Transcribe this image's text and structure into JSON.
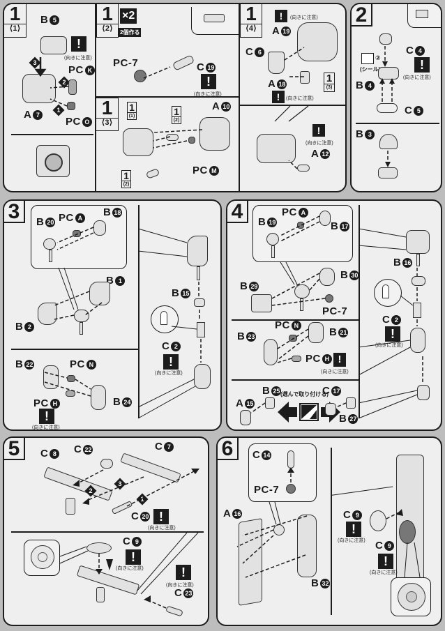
{
  "document": {
    "type": "assembly-instructions",
    "warning_caption": "(向きに注意)",
    "warning_icon": "exclamation-icon"
  },
  "steps": [
    {
      "number": "1",
      "substeps": [
        {
          "id": "1-1",
          "label": "1",
          "sub": "⟨1⟩",
          "parts": [
            "B❺",
            "PC Ⓚ",
            "A❼",
            "PC Ⓞ"
          ],
          "order_markers": [
            "❶",
            "❷",
            "❸"
          ],
          "warnings": 1
        },
        {
          "id": "1-2",
          "label": "1",
          "sub": "⟨2⟩",
          "multiplier": "×2",
          "multiplier_note": "2個作る",
          "parts": [
            "PC-7",
            "C⓳"
          ],
          "warnings": 1
        },
        {
          "id": "1-3",
          "label": "1",
          "sub": "⟨3⟩",
          "refs": [
            {
              "label": "1",
              "sub": "(1)"
            },
            {
              "label": "1",
              "sub": "(2)"
            },
            {
              "label": "1",
              "sub": "(2)"
            }
          ],
          "parts": [
            "A❿",
            "PC Ⓜ"
          ]
        },
        {
          "id": "1-4",
          "label": "1",
          "sub": "⟨4⟩",
          "refs": [
            {
              "label": "1",
              "sub": "(3)"
            }
          ],
          "parts": [
            "A⓳",
            "C❻",
            "A⓲",
            "A⓬"
          ],
          "warnings": 3
        }
      ]
    },
    {
      "number": "2",
      "parts": [
        "C❹",
        "B❹",
        "C❺",
        "B❸"
      ],
      "sticker": {
        "label": "シール",
        "marker": "②"
      },
      "warnings": 1
    },
    {
      "number": "3",
      "parts": [
        "B⓴",
        "PC Ⓐ",
        "B⓲",
        "B❶",
        "B❷",
        "B⓯",
        "C❷",
        "B㉒",
        "PC Ⓝ",
        "B㉔",
        "PC Ⓗ"
      ],
      "warnings": 2
    },
    {
      "number": "4",
      "parts": [
        "B⓳",
        "PC Ⓐ",
        "B⓱",
        "B㉚",
        "B㉙",
        "PC-7",
        "B⓰",
        "C❷",
        "B㉓",
        "PC Ⓝ",
        "B㉑",
        "PC Ⓗ",
        "A⓯",
        "B㉕",
        "C⓱",
        "B㉗"
      ],
      "mirror_note": "(選んで取り付ける)",
      "warnings": 2
    },
    {
      "number": "5",
      "parts": [
        "C❽",
        "C㉒",
        "C❼",
        "C⓴",
        "C❾",
        "C㉓"
      ],
      "order_markers": [
        "❶",
        "❷",
        "❸"
      ],
      "warnings": 3
    },
    {
      "number": "6",
      "parts": [
        "C⓮",
        "PC-7",
        "A⓰",
        "B㉜",
        "C❾",
        "C❾"
      ],
      "warnings": 2
    }
  ],
  "labels": {
    "s1_1_B5": "B",
    "s1_1_B5_n": "5",
    "s1_1_PCK": "PC",
    "s1_1_PCK_n": "K",
    "s1_1_A7": "A",
    "s1_1_A7_n": "7",
    "s1_1_PCO": "PC",
    "s1_1_PCO_n": "O",
    "s1_2_PC7": "PC-7",
    "s1_2_C19": "C",
    "s1_2_C19_n": "19",
    "s1_3_A10": "A",
    "s1_3_A10_n": "10",
    "s1_3_PCM": "PC",
    "s1_3_PCM_n": "M",
    "s1_4_A19": "A",
    "s1_4_A19_n": "19",
    "s1_4_C6": "C",
    "s1_4_C6_n": "6",
    "s1_4_A18": "A",
    "s1_4_A18_n": "18",
    "s1_4_A12": "A",
    "s1_4_A12_n": "12",
    "s2_C4": "C",
    "s2_C4_n": "4",
    "s2_B4": "B",
    "s2_B4_n": "4",
    "s2_C5": "C",
    "s2_C5_n": "5",
    "s2_B3": "B",
    "s2_B3_n": "3",
    "s2_sticker": "(シール)",
    "s2_sticker_no": "②",
    "s3_B20": "B",
    "s3_B20_n": "20",
    "s3_PCA": "PC",
    "s3_PCA_n": "A",
    "s3_B18": "B",
    "s3_B18_n": "18",
    "s3_B1": "B",
    "s3_B1_n": "1",
    "s3_B2": "B",
    "s3_B2_n": "2",
    "s3_B15": "B",
    "s3_B15_n": "15",
    "s3_C2": "C",
    "s3_C2_n": "2",
    "s3_B22": "B",
    "s3_B22_n": "22",
    "s3_PCN": "PC",
    "s3_PCN_n": "N",
    "s3_B24": "B",
    "s3_B24_n": "24",
    "s3_PCH": "PC",
    "s3_PCH_n": "H",
    "s4_B19": "B",
    "s4_B19_n": "19",
    "s4_PCA": "PC",
    "s4_PCA_n": "A",
    "s4_B17": "B",
    "s4_B17_n": "17",
    "s4_B30": "B",
    "s4_B30_n": "30",
    "s4_B29": "B",
    "s4_B29_n": "29",
    "s4_PC7": "PC-7",
    "s4_B16": "B",
    "s4_B16_n": "16",
    "s4_C2": "C",
    "s4_C2_n": "2",
    "s4_B23": "B",
    "s4_B23_n": "23",
    "s4_PCN": "PC",
    "s4_PCN_n": "N",
    "s4_B21": "B",
    "s4_B21_n": "21",
    "s4_PCH": "PC",
    "s4_PCH_n": "H",
    "s4_A15": "A",
    "s4_A15_n": "15",
    "s4_B25": "B",
    "s4_B25_n": "25",
    "s4_C17": "C",
    "s4_C17_n": "17",
    "s4_B27": "B",
    "s4_B27_n": "27",
    "s4_choose": "(選んで取り付ける)",
    "s5_C8": "C",
    "s5_C8_n": "8",
    "s5_C22": "C",
    "s5_C22_n": "22",
    "s5_C7": "C",
    "s5_C7_n": "7",
    "s5_C20": "C",
    "s5_C20_n": "20",
    "s5_C9": "C",
    "s5_C9_n": "9",
    "s5_C23": "C",
    "s5_C23_n": "23",
    "s6_C14": "C",
    "s6_C14_n": "14",
    "s6_PC7": "PC-7",
    "s6_A16": "A",
    "s6_A16_n": "16",
    "s6_B32": "B",
    "s6_B32_n": "32",
    "s6_C9a": "C",
    "s6_C9a_n": "9",
    "s6_C9b": "C",
    "s6_C9b_n": "9",
    "step1": "1",
    "step2": "2",
    "step3": "3",
    "step4": "4",
    "step5": "5",
    "step6": "6",
    "sub1": "⟨1⟩",
    "sub2": "⟨2⟩",
    "sub3": "⟨3⟩",
    "sub4": "⟨4⟩",
    "one": "1",
    "ref1": "(1)",
    "ref2": "(2)",
    "ref3": "(3)",
    "x2": "×2",
    "x2note": "2個作る",
    "o1": "1",
    "o2": "2",
    "o3": "3",
    "warn": "!",
    "warncap": "(向きに注意)"
  }
}
